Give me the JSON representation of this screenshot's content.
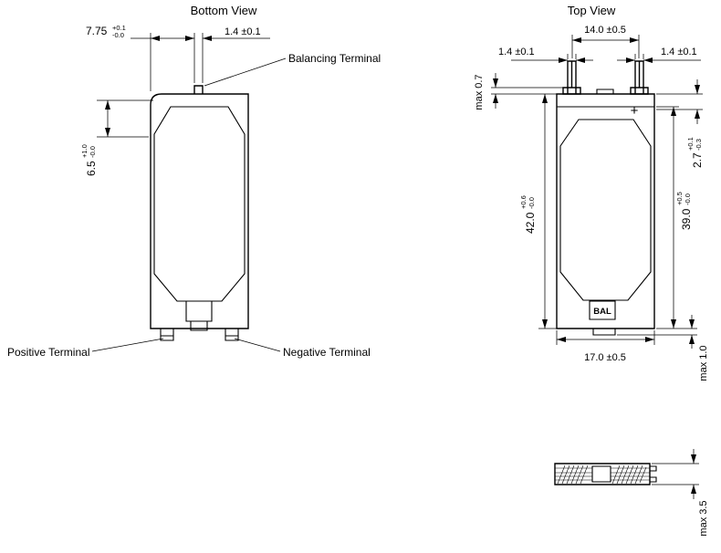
{
  "bottom_view": {
    "title": "Bottom View",
    "dim_offset": {
      "value": "7.75",
      "tol_upper": "+0.1",
      "tol_lower": "-0.0"
    },
    "dim_tab_width": "1.4 ±0.1",
    "dim_tab_depth": {
      "value": "6.5",
      "tol_upper": "+1.0",
      "tol_lower": "-0.0"
    },
    "label_balancing": "Balancing Terminal",
    "label_positive": "Positive Terminal",
    "label_negative": "Negative Terminal"
  },
  "top_view": {
    "title": "Top View",
    "dim_pitch": "14.0 ±0.5",
    "dim_term_left": "1.4 ±0.1",
    "dim_term_right": "1.4 ±0.1",
    "dim_lid_max": "max 0.7",
    "dim_plus_depth": {
      "value": "2.7",
      "tol_upper": "+0.1",
      "tol_lower": "-0.3"
    },
    "dim_height": {
      "value": "42.0",
      "tol_upper": "+0.6",
      "tol_lower": "-0.0"
    },
    "dim_inner_height": {
      "value": "39.0",
      "tol_upper": "+0.5",
      "tol_lower": "-0.0"
    },
    "dim_width": "17.0 ±0.5",
    "dim_bottom_max": "max 1.0",
    "polarity_mark": "+",
    "bal_label": "BAL"
  },
  "side_view": {
    "dim_thickness_max": "max 3.5"
  }
}
